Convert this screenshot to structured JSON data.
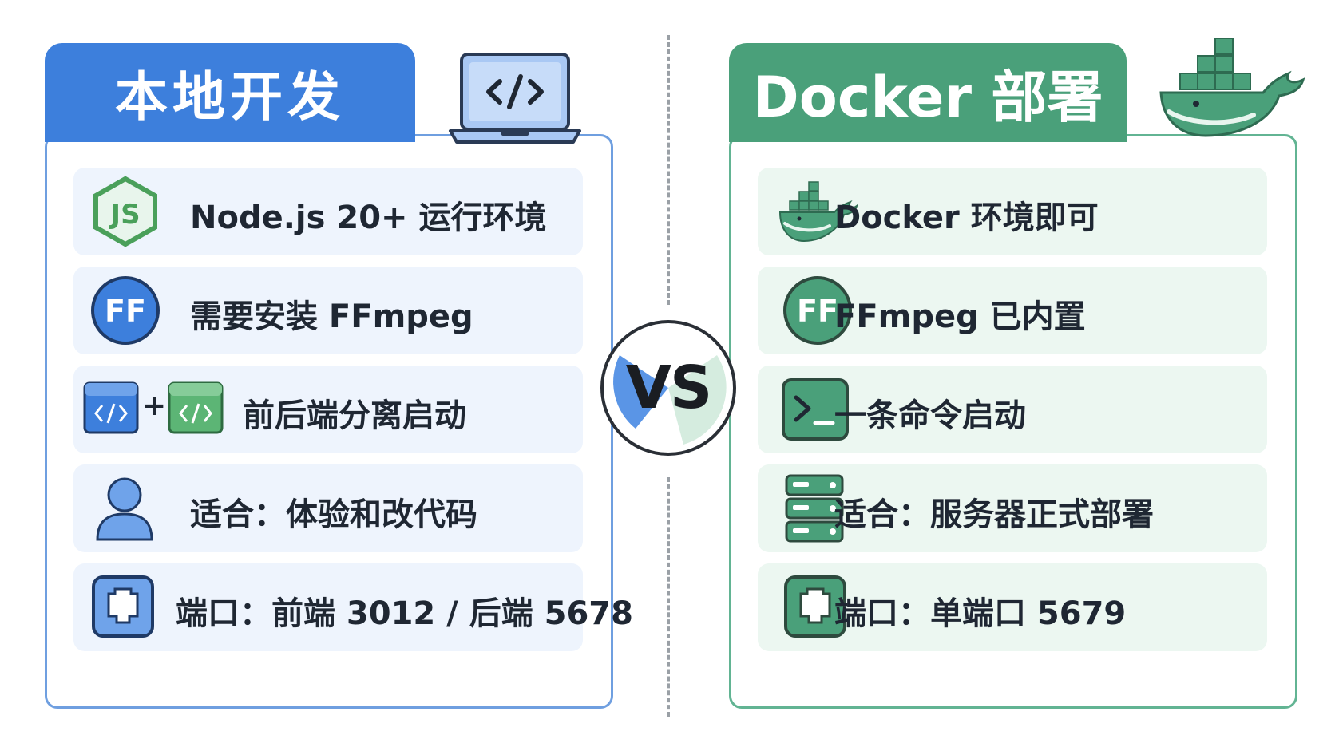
{
  "local": {
    "title": "本地开发",
    "rows": [
      {
        "icon": "nodejs-icon",
        "icon_label": "JS",
        "text": "Node.js 20+ 运行环境"
      },
      {
        "icon": "ffmpeg-icon",
        "icon_label": "FF",
        "text": "需要安装 FFmpeg"
      },
      {
        "icon": "frontend-backend-code-icon",
        "plus": "+",
        "text": "前后端分离启动"
      },
      {
        "icon": "user-icon",
        "text": "适合：体验和改代码"
      },
      {
        "icon": "ethernet-port-icon",
        "text": "端口：前端 3012 / 后端 5678"
      }
    ],
    "accent": "#3d7fdc"
  },
  "docker": {
    "title": "Docker 部署",
    "rows": [
      {
        "icon": "docker-whale-icon",
        "text": "Docker 环境即可"
      },
      {
        "icon": "ffmpeg-icon",
        "icon_label": "FF",
        "text": "FFmpeg 已内置"
      },
      {
        "icon": "terminal-icon",
        "text": "一条命令启动"
      },
      {
        "icon": "server-icon",
        "text": "适合：服务器正式部署"
      },
      {
        "icon": "ethernet-port-icon",
        "text": "端口：单端口 5679"
      }
    ],
    "accent": "#4aa07a"
  },
  "vs_label": "VS",
  "colors": {
    "blue": "#3d7fdc",
    "green": "#4aa07a",
    "blue_bg": "#eef4fd",
    "green_bg": "#ecf7f1"
  }
}
